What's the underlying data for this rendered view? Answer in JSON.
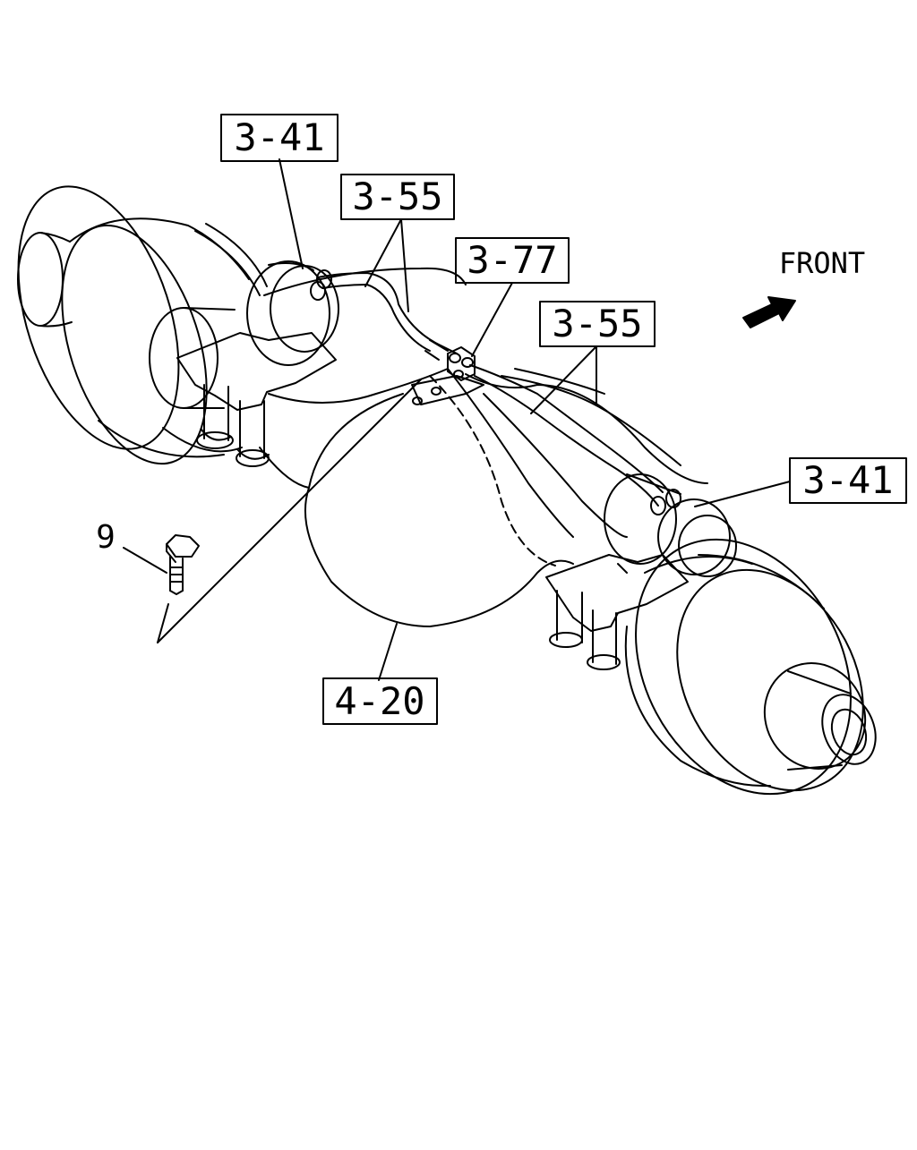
{
  "diagram": {
    "direction_label": "FRONT",
    "callouts": [
      {
        "id": "c1",
        "text": "3-41"
      },
      {
        "id": "c2",
        "text": "3-55"
      },
      {
        "id": "c3",
        "text": "3-77"
      },
      {
        "id": "c4",
        "text": "3-55"
      },
      {
        "id": "c5",
        "text": "3-41"
      },
      {
        "id": "c6",
        "text": "4-20"
      }
    ],
    "part_number": "9",
    "colors": {
      "line": "#000000",
      "background": "#ffffff"
    }
  }
}
